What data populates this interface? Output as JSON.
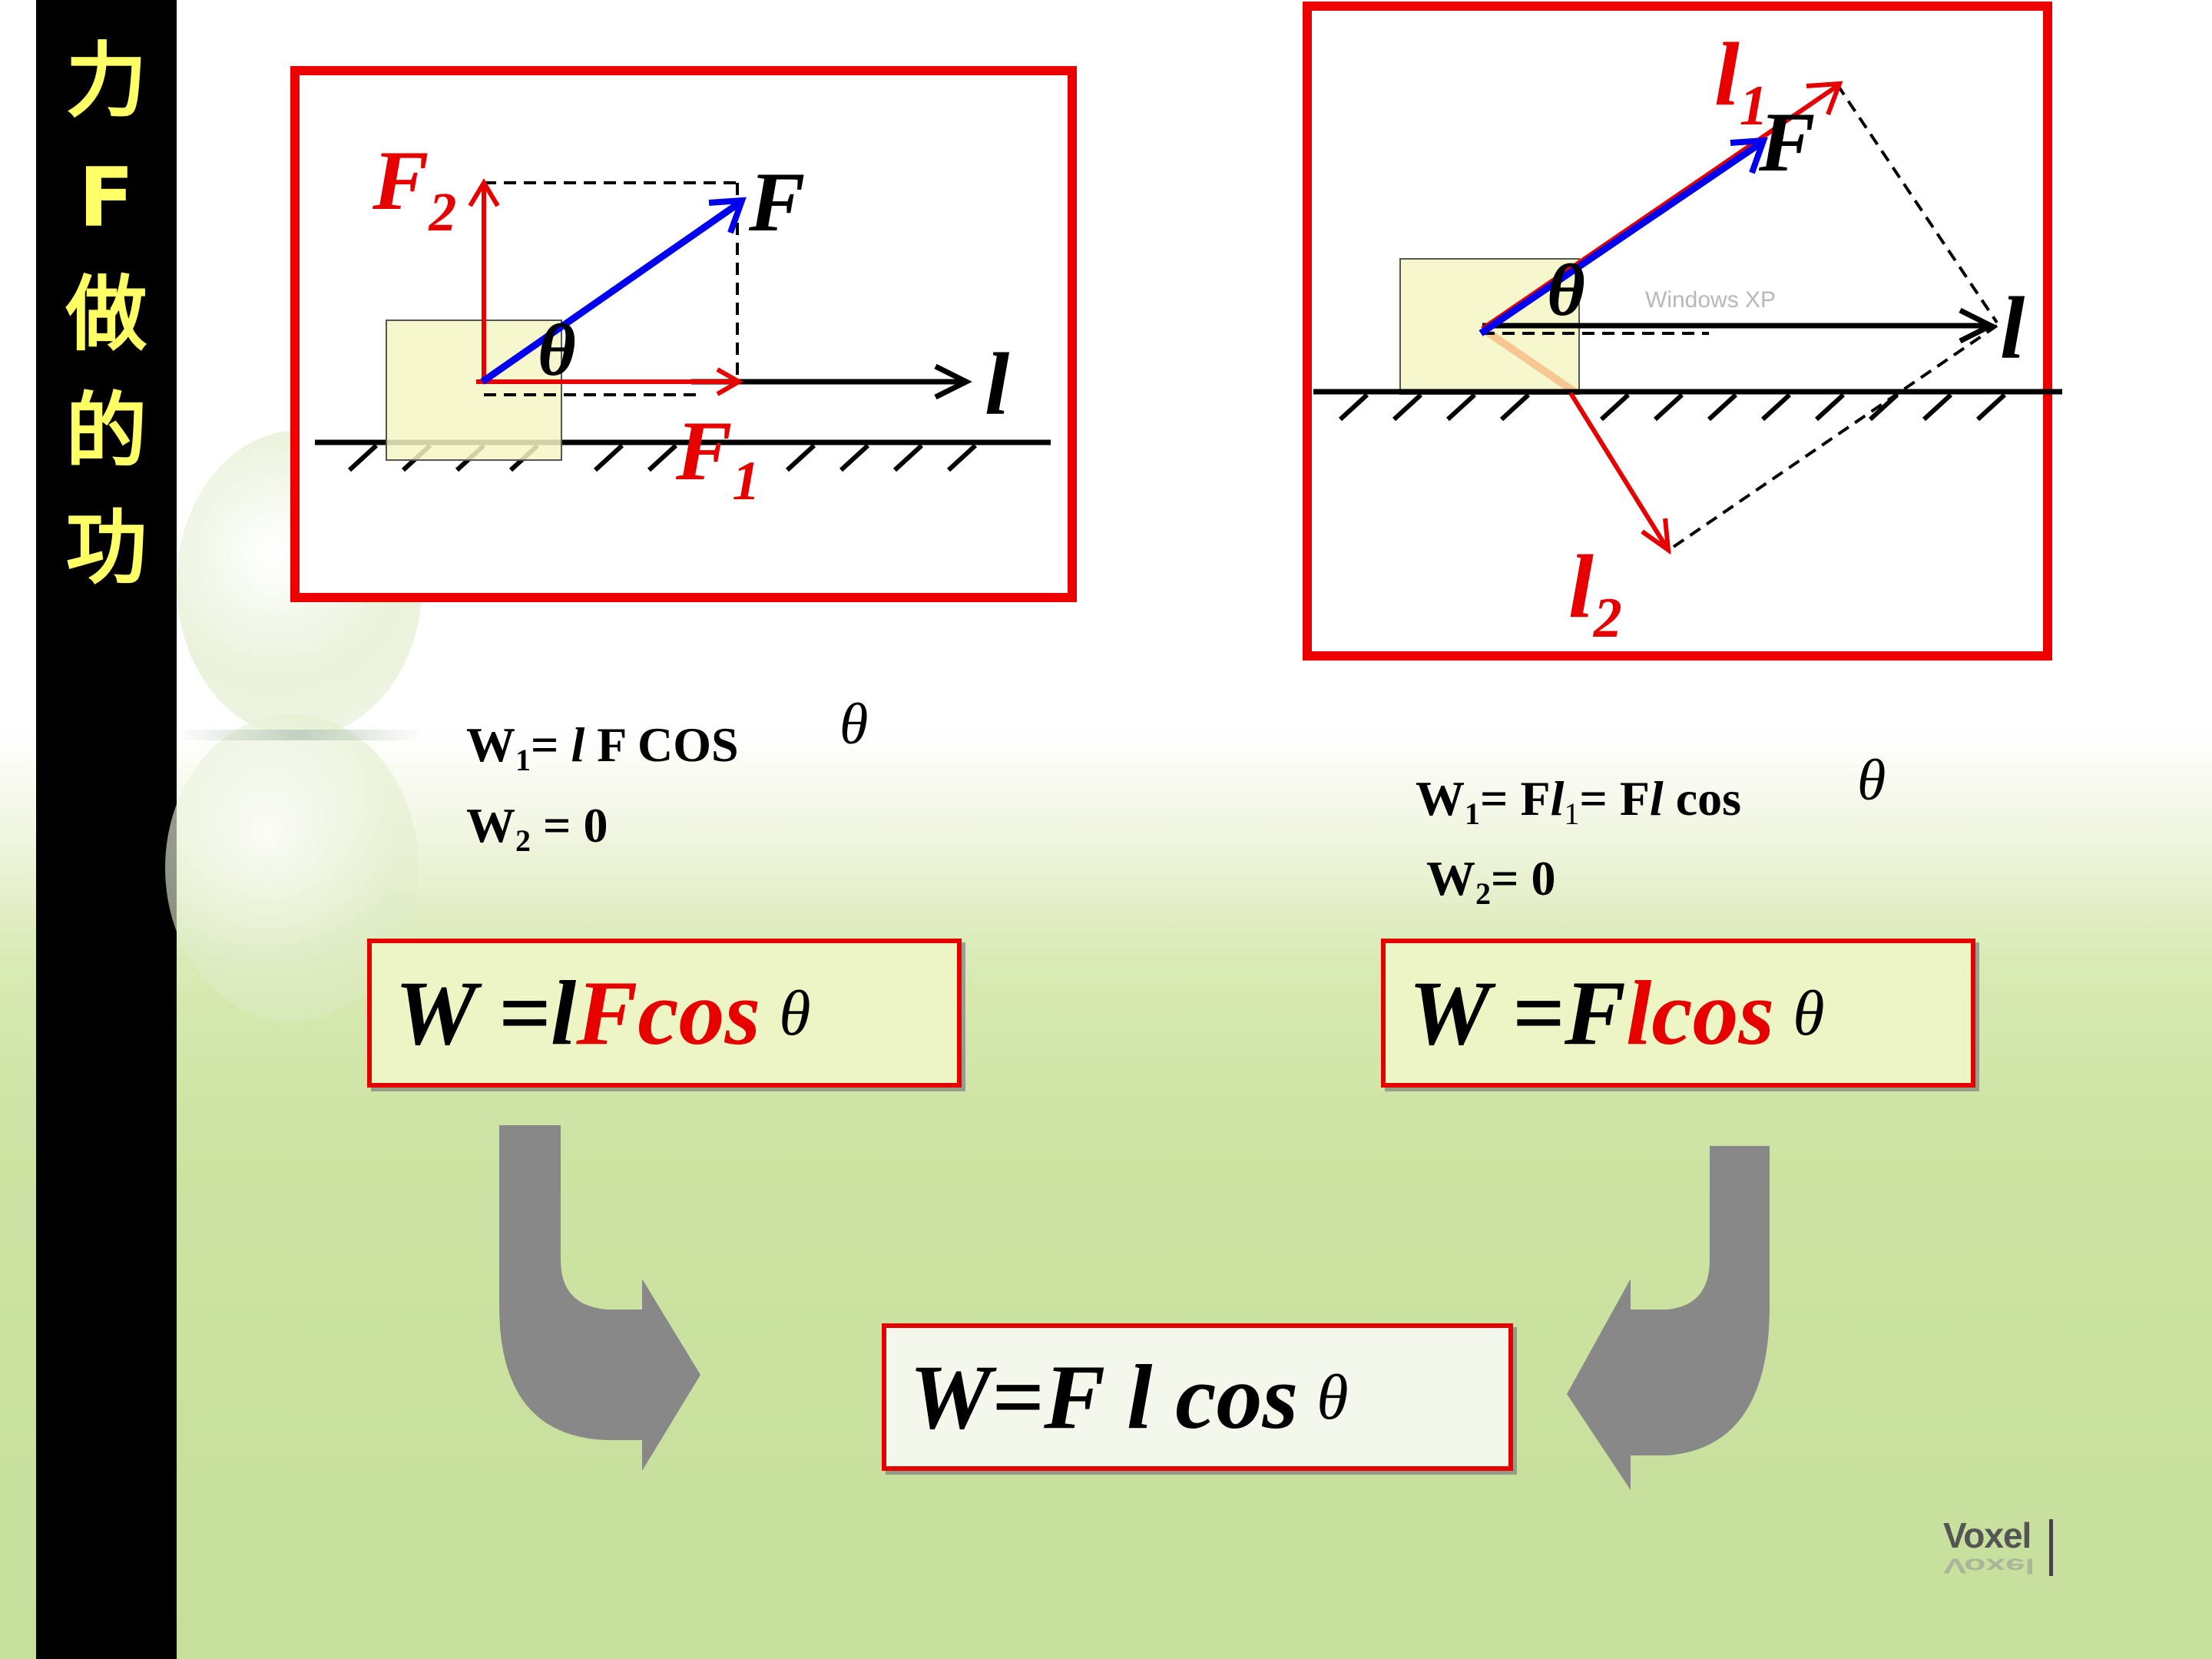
{
  "sidebar": {
    "title_chars": [
      "力",
      "F",
      "做",
      "的",
      "功"
    ]
  },
  "diagram_left": {
    "label_F2": "F",
    "label_F2_sub": "2",
    "label_F": "F",
    "label_theta": "θ",
    "label_l": "l",
    "label_F1": "F",
    "label_F1_sub": "1"
  },
  "diagram_right": {
    "label_l1": "l",
    "label_l1_sub": "1",
    "label_F": "F",
    "label_theta": "θ",
    "label_l": "l",
    "label_l2": "l",
    "label_l2_sub": "2",
    "watermark": "Windows XP"
  },
  "equations_left": {
    "line1_w": "W",
    "line1_sub": "1",
    "line1_eq": "= ",
    "line1_l": "l",
    "line1_rest": " F COS",
    "line1_theta": "θ",
    "line2_w": "W",
    "line2_sub": "2",
    "line2_rest": " = 0"
  },
  "equations_right": {
    "line1_w": "W",
    "line1_sub": "1",
    "line1_eq": "= F",
    "line1_l": "l",
    "line1_l_sub": "1",
    "line1_eq2": "= F",
    "line1_l2": "l",
    "line1_rest": " cos",
    "line1_theta": "θ",
    "line2_w": "W",
    "line2_sub": "2",
    "line2_rest": "= 0"
  },
  "formula_left": {
    "part1": "W =l ",
    "part2": "Fcos",
    "theta": "θ"
  },
  "formula_right": {
    "part1": "W =F ",
    "part2": "lcos",
    "theta": "θ"
  },
  "formula_result": {
    "text": "W=F l cos",
    "theta": "θ"
  },
  "logo": "Voxel",
  "colors": {
    "accent_red": "#e60000",
    "arrow_blue": "#0000ee",
    "title_yellow": "#ffff66",
    "arrow_gray": "#888888",
    "box_fill_yellow": "#eef5c4",
    "box_fill_white": "#f4f8ec"
  }
}
